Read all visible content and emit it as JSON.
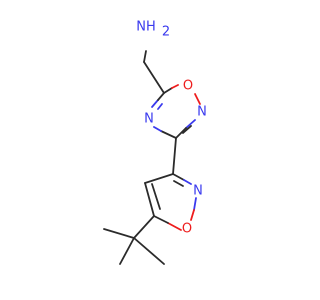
{
  "colors": {
    "carbon_bond": "#2b2b2b",
    "nitrogen": "#3a3aee",
    "oxygen": "#ee1c1c",
    "background": "#ffffff"
  },
  "atoms": {
    "amine_nitrogen": "NH",
    "amine_hydrogens": "2",
    "oxadiazole_oxygen": "O",
    "oxadiazole_nitrogen_right": "N",
    "oxadiazole_nitrogen_left": "N",
    "isoxazole_nitrogen": "N",
    "isoxazole_oxygen": "O"
  }
}
